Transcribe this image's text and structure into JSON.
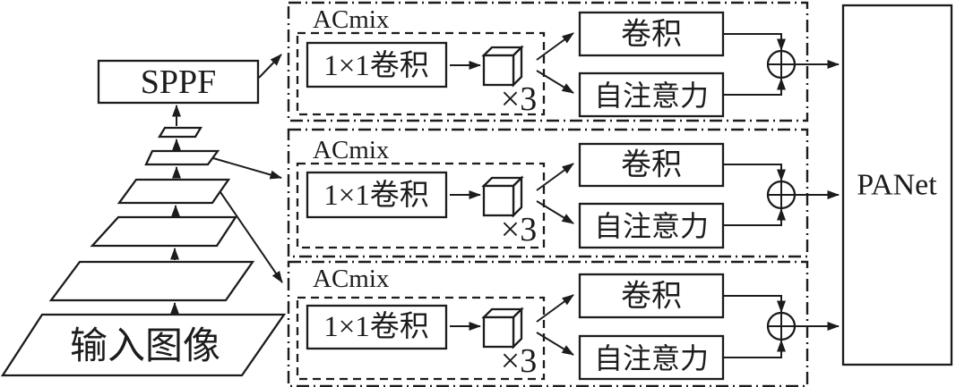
{
  "colors": {
    "stroke": "#1c1c1c",
    "background": "#ffffff"
  },
  "backbone": {
    "input_label": "输入图像",
    "sppf_label": "SPPF",
    "pyramid_level_count": 5
  },
  "neck": {
    "label": "PANet"
  },
  "blocks": [
    {
      "title": "ACmix",
      "conv1x1_label": "1×1卷积",
      "repeat_label": "×3",
      "conv_label": "卷积",
      "attention_label": "自注意力"
    },
    {
      "title": "ACmix",
      "conv1x1_label": "1×1卷积",
      "repeat_label": "×3",
      "conv_label": "卷积",
      "attention_label": "自注意力"
    },
    {
      "title": "ACmix",
      "conv1x1_label": "1×1卷积",
      "repeat_label": "×3",
      "conv_label": "卷积",
      "attention_label": "自注意力"
    }
  ]
}
